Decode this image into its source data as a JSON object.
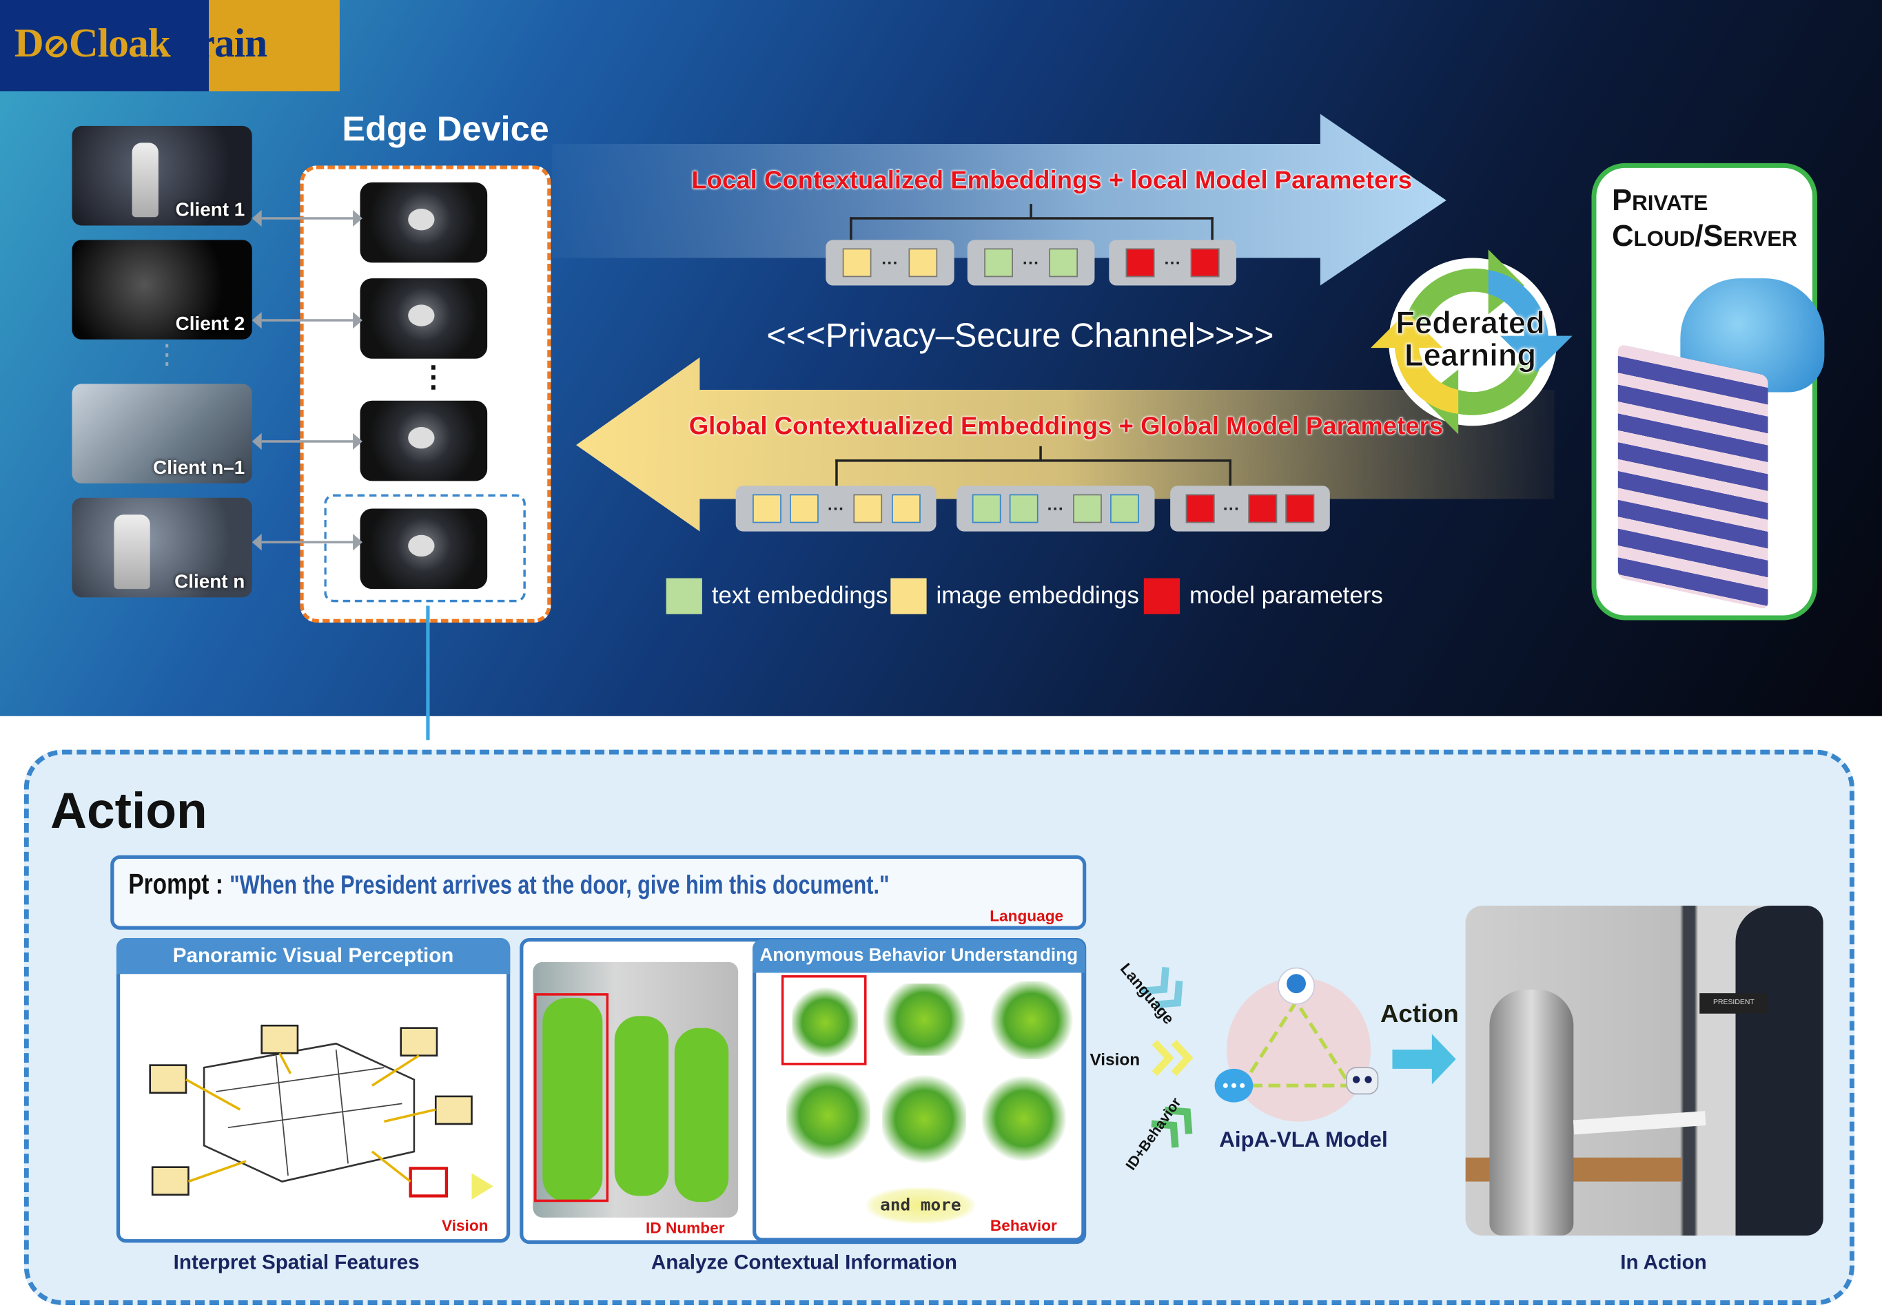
{
  "logo": {
    "part1": "D",
    "part2": "Cloak",
    "part3": "Brain"
  },
  "edge_device": {
    "title": "Edge Device",
    "vdots": "⋮"
  },
  "clients": [
    {
      "label": "Client 1"
    },
    {
      "label": "Client 2"
    },
    {
      "label": "Client n–1"
    },
    {
      "label": "Client n"
    }
  ],
  "clients_ellipsis": "⋮",
  "upload": {
    "label": "Local Contextualized Embeddings + local Model Parameters"
  },
  "channel": {
    "label": "<<<Privacy–Secure Channel>>>>"
  },
  "download": {
    "label": "Global Contextualized Embeddings + Global Model Parameters"
  },
  "ellipsis": "···",
  "federated": {
    "label_line1": "Federated",
    "label_line2": "Learning"
  },
  "server": {
    "line1": "Private",
    "line2": "Cloud/Server"
  },
  "legend": [
    {
      "label": "text embeddings",
      "color": "#b9dd9a"
    },
    {
      "label": "image embeddings",
      "color": "#fbe08a"
    },
    {
      "label": "model parameters",
      "color": "#e8121a"
    }
  ],
  "action": {
    "title": "Action",
    "prompt_label": "Prompt : ",
    "prompt_text": "\"When the President arrives at the door, give him this document.\"",
    "prompt_tag": "Language",
    "panoramic": {
      "header": "Panoramic Visual Perception",
      "tag": "Vision",
      "caption": "Interpret Spatial Features"
    },
    "contextual": {
      "id_tag": "ID Number",
      "behavior_header": "Anonymous Behavior Understanding",
      "and_more": "and more",
      "behavior_tag": "Behavior",
      "caption": "Analyze Contextual Information"
    },
    "inputs": {
      "language": "Language",
      "vision": "Vision",
      "id_behavior": "ID+Behavior"
    },
    "model": {
      "label": "AipA-VLA Model"
    },
    "action_arrow_label": "Action",
    "photo": {
      "sign": "PRESIDENT",
      "caption": "In Action"
    }
  }
}
